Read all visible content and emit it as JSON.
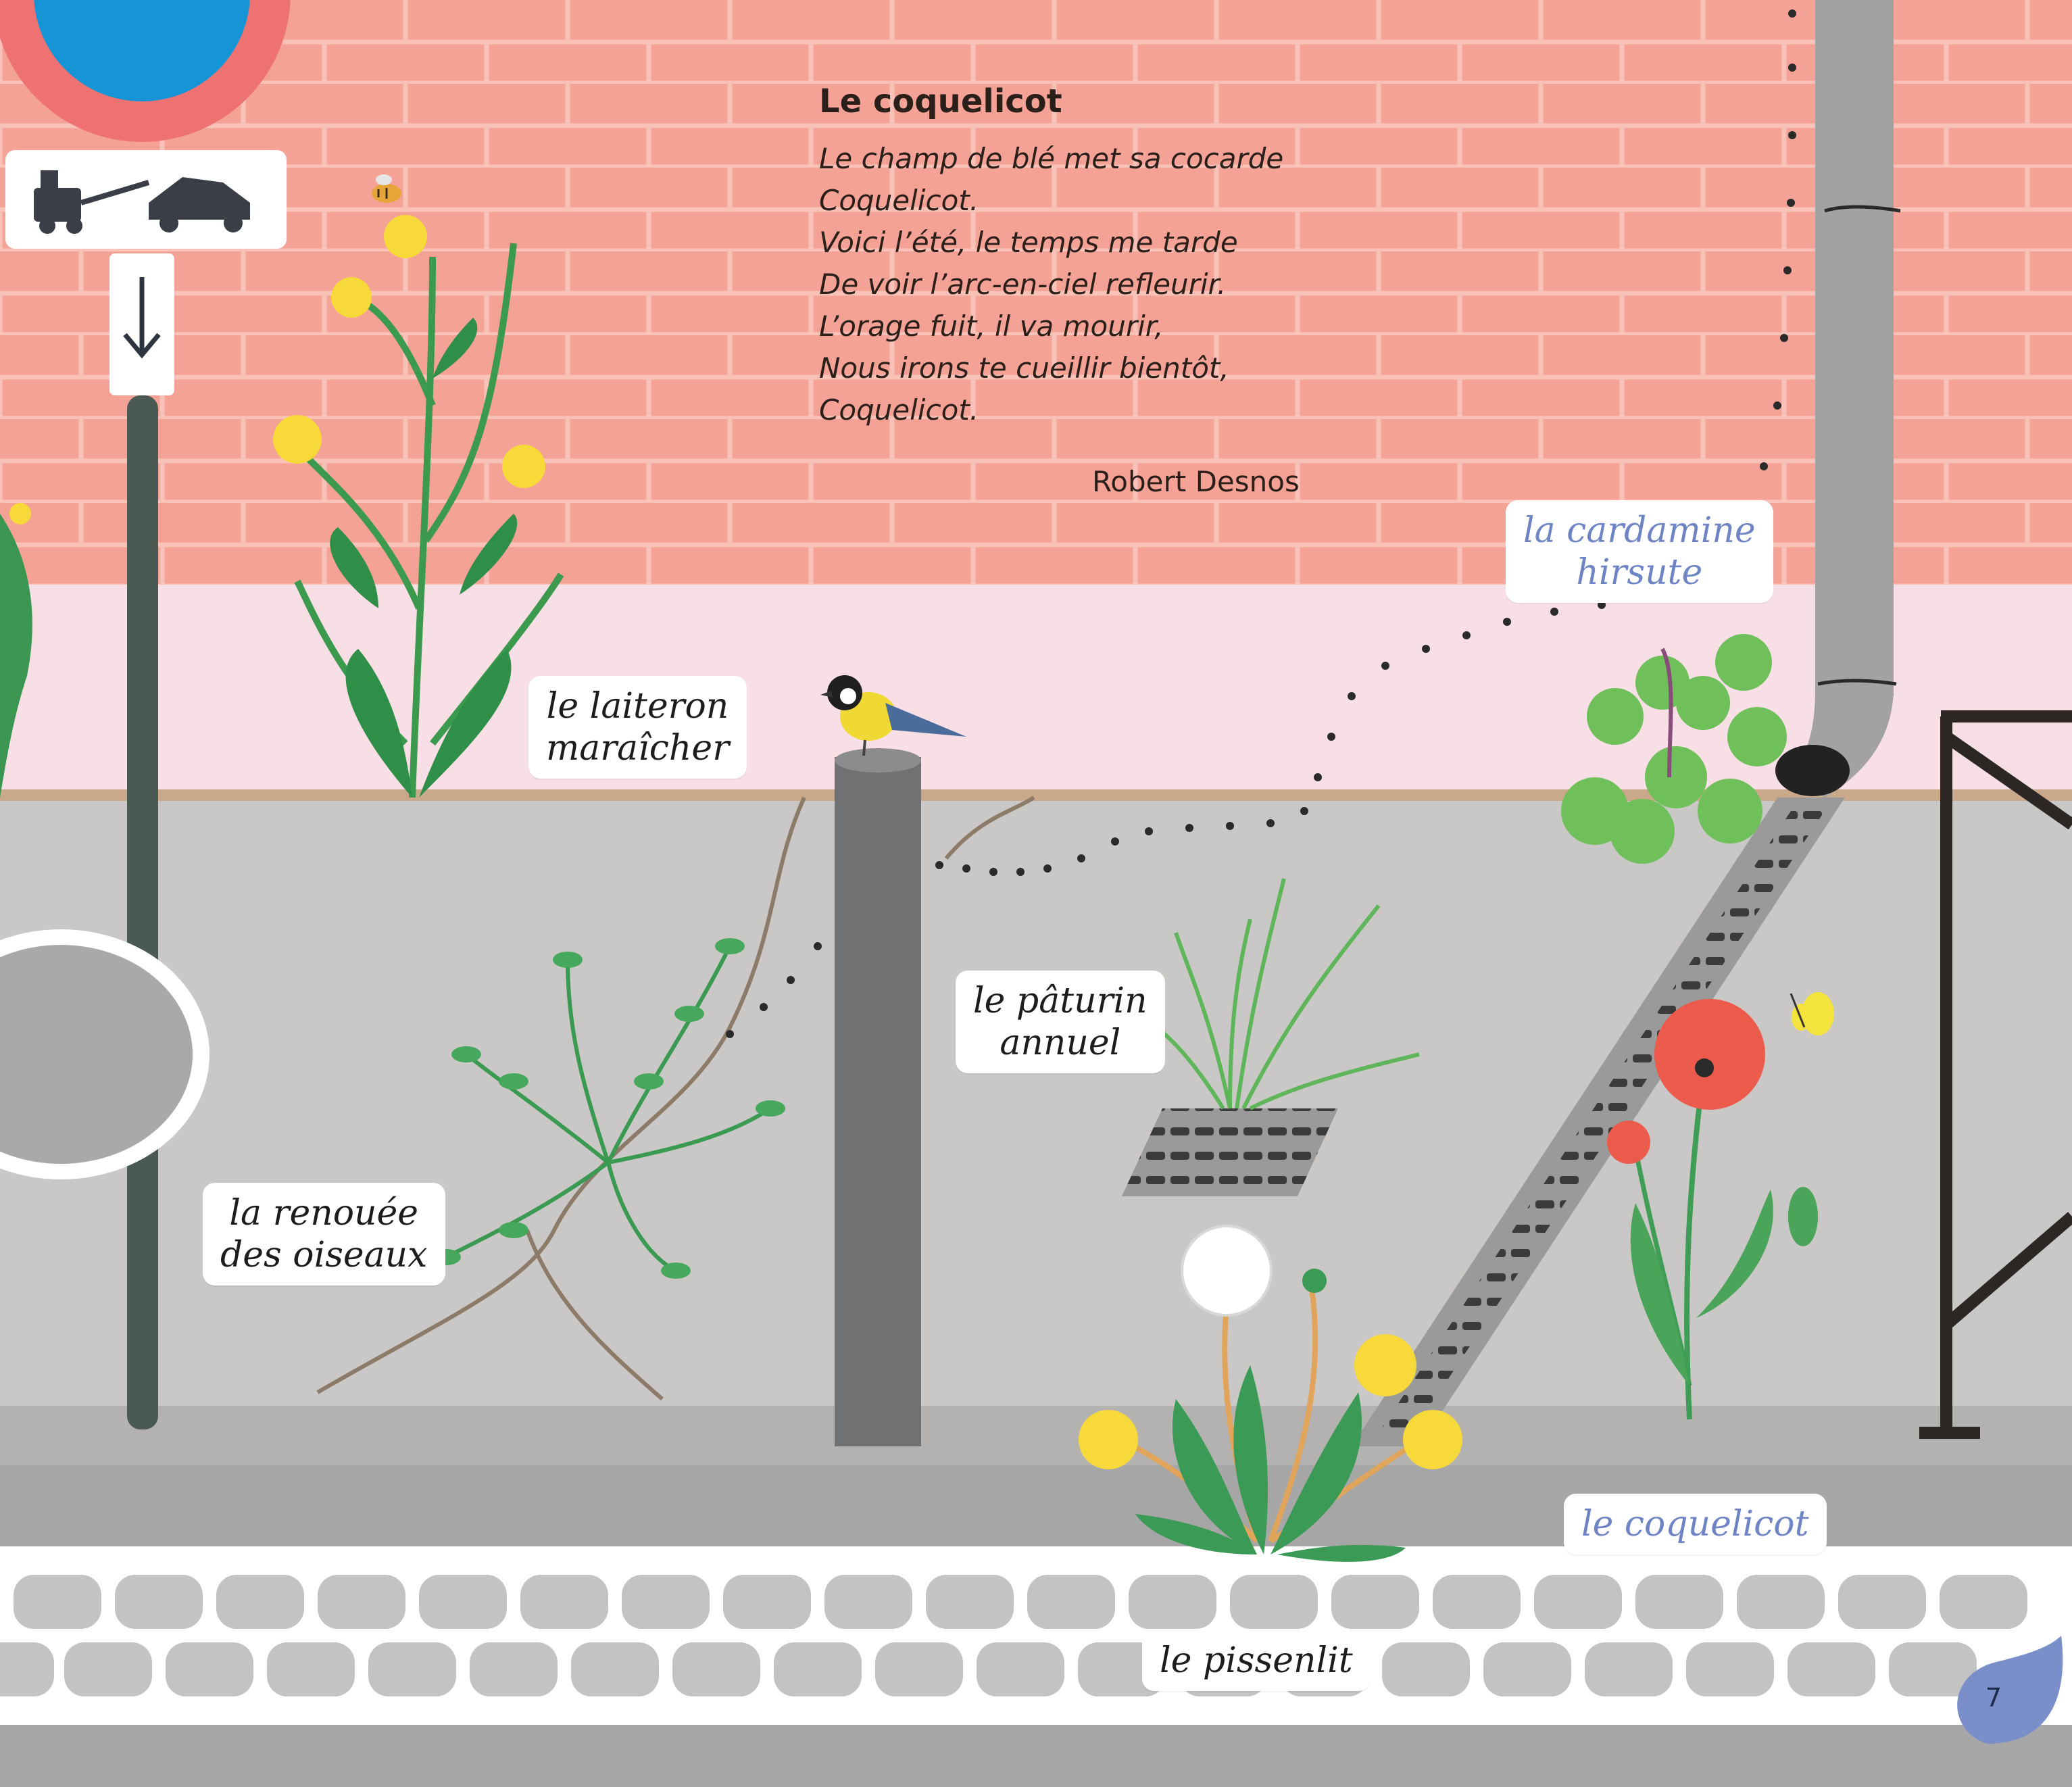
{
  "poem": {
    "title": "Le coquelicot",
    "lines": [
      "Le champ de blé met sa cocarde",
      "Coquelicot.",
      "Voici l’été, le temps me tarde",
      "De voir l’arc-en-ciel refleurir.",
      "L’orage fuit, il va mourir,",
      "Nous irons te cueillir bientôt,",
      "Coquelicot."
    ],
    "author": "Robert Desnos"
  },
  "labels": {
    "laiteron": [
      "le laiteron",
      "maraîcher"
    ],
    "cardamine": [
      "la cardamine",
      "hirsute"
    ],
    "paturin": [
      "le pâturin",
      "annuel"
    ],
    "renouee": [
      "la renouée",
      "des oiseaux"
    ],
    "coquelicot": "le coquelicot",
    "pissenlit": "le pissenlit"
  },
  "page_number": "7",
  "colors": {
    "brick_wall": "#f4a196",
    "pink_band": "#f8dfe6",
    "sidewalk": "#cac8c6",
    "curb": "#aeaeae",
    "poppy": "#ec5a4c",
    "dandelion": "#f7d93a",
    "leaf_green": "#3f9d55",
    "label_blue": "#6f84c4"
  }
}
